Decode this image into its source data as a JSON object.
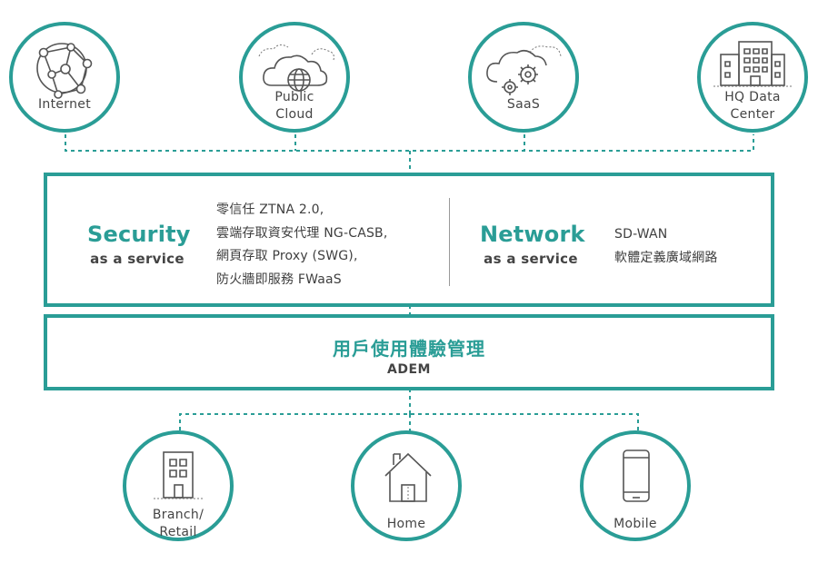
{
  "colors": {
    "accent": "#2a9d96",
    "text": "#3f3f3f",
    "divider": "#9a9a9a"
  },
  "top_nodes": [
    {
      "label": "Internet",
      "icon": "network-globe-icon"
    },
    {
      "label": "Public\nCloud",
      "icon": "cloud-globe-icon"
    },
    {
      "label": "SaaS",
      "icon": "cloud-gears-icon"
    },
    {
      "label": "HQ Data\nCenter",
      "icon": "building-icon"
    }
  ],
  "services": {
    "security": {
      "title": "Security",
      "subtitle": "as a service",
      "items": [
        "零信任 ZTNA 2.0,",
        "雲端存取資安代理 NG-CASB,",
        "網頁存取 Proxy (SWG),",
        "防火牆即服務 FWaaS"
      ]
    },
    "network": {
      "title": "Network",
      "subtitle": "as a service",
      "items": [
        "SD-WAN",
        "軟體定義廣域網路"
      ]
    }
  },
  "adem": {
    "title": "用戶使用體驗管理",
    "subtitle": "ADEM"
  },
  "bottom_nodes": [
    {
      "label": "Branch/\nRetail",
      "icon": "office-building-icon"
    },
    {
      "label": "Home",
      "icon": "house-icon"
    },
    {
      "label": "Mobile",
      "icon": "smartphone-icon"
    }
  ]
}
